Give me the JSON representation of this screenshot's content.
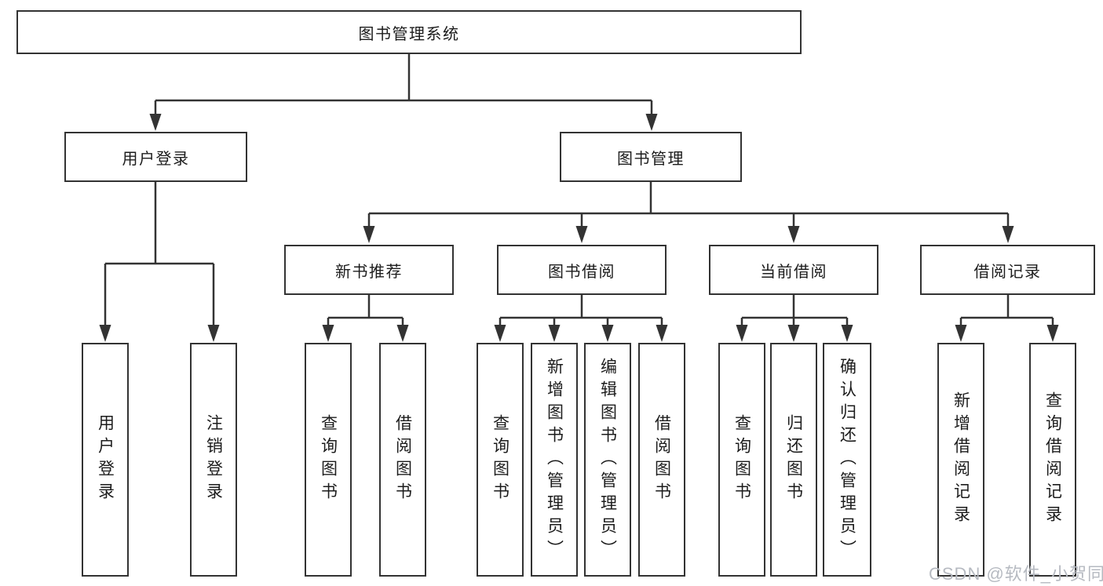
{
  "diagram": {
    "root": {
      "label": "图书管理系统"
    },
    "level2": [
      {
        "label": "用户登录",
        "leaves": [
          {
            "label": "用户登录"
          },
          {
            "label": "注销登录"
          }
        ]
      },
      {
        "label": "图书管理",
        "children": [
          {
            "label": "新书推荐",
            "leaves": [
              {
                "label": "查询图书"
              },
              {
                "label": "借阅图书"
              }
            ]
          },
          {
            "label": "图书借阅",
            "leaves": [
              {
                "label": "查询图书"
              },
              {
                "label": "新增图书（管理员）"
              },
              {
                "label": "编辑图书（管理员）"
              },
              {
                "label": "借阅图书"
              }
            ]
          },
          {
            "label": "当前借阅",
            "leaves": [
              {
                "label": "查询图书"
              },
              {
                "label": "归还图书"
              },
              {
                "label": "确认归还（管理员）"
              }
            ]
          },
          {
            "label": "借阅记录",
            "leaves": [
              {
                "label": "新增借阅记录"
              },
              {
                "label": "查询借阅记录"
              }
            ]
          }
        ]
      }
    ]
  },
  "watermark": {
    "text": "CSDN @软件_小贺同学"
  },
  "colors": {
    "line": "#333333",
    "text": "#1c1c1c",
    "watermark": "#b6bac1",
    "background": "#ffffff"
  }
}
